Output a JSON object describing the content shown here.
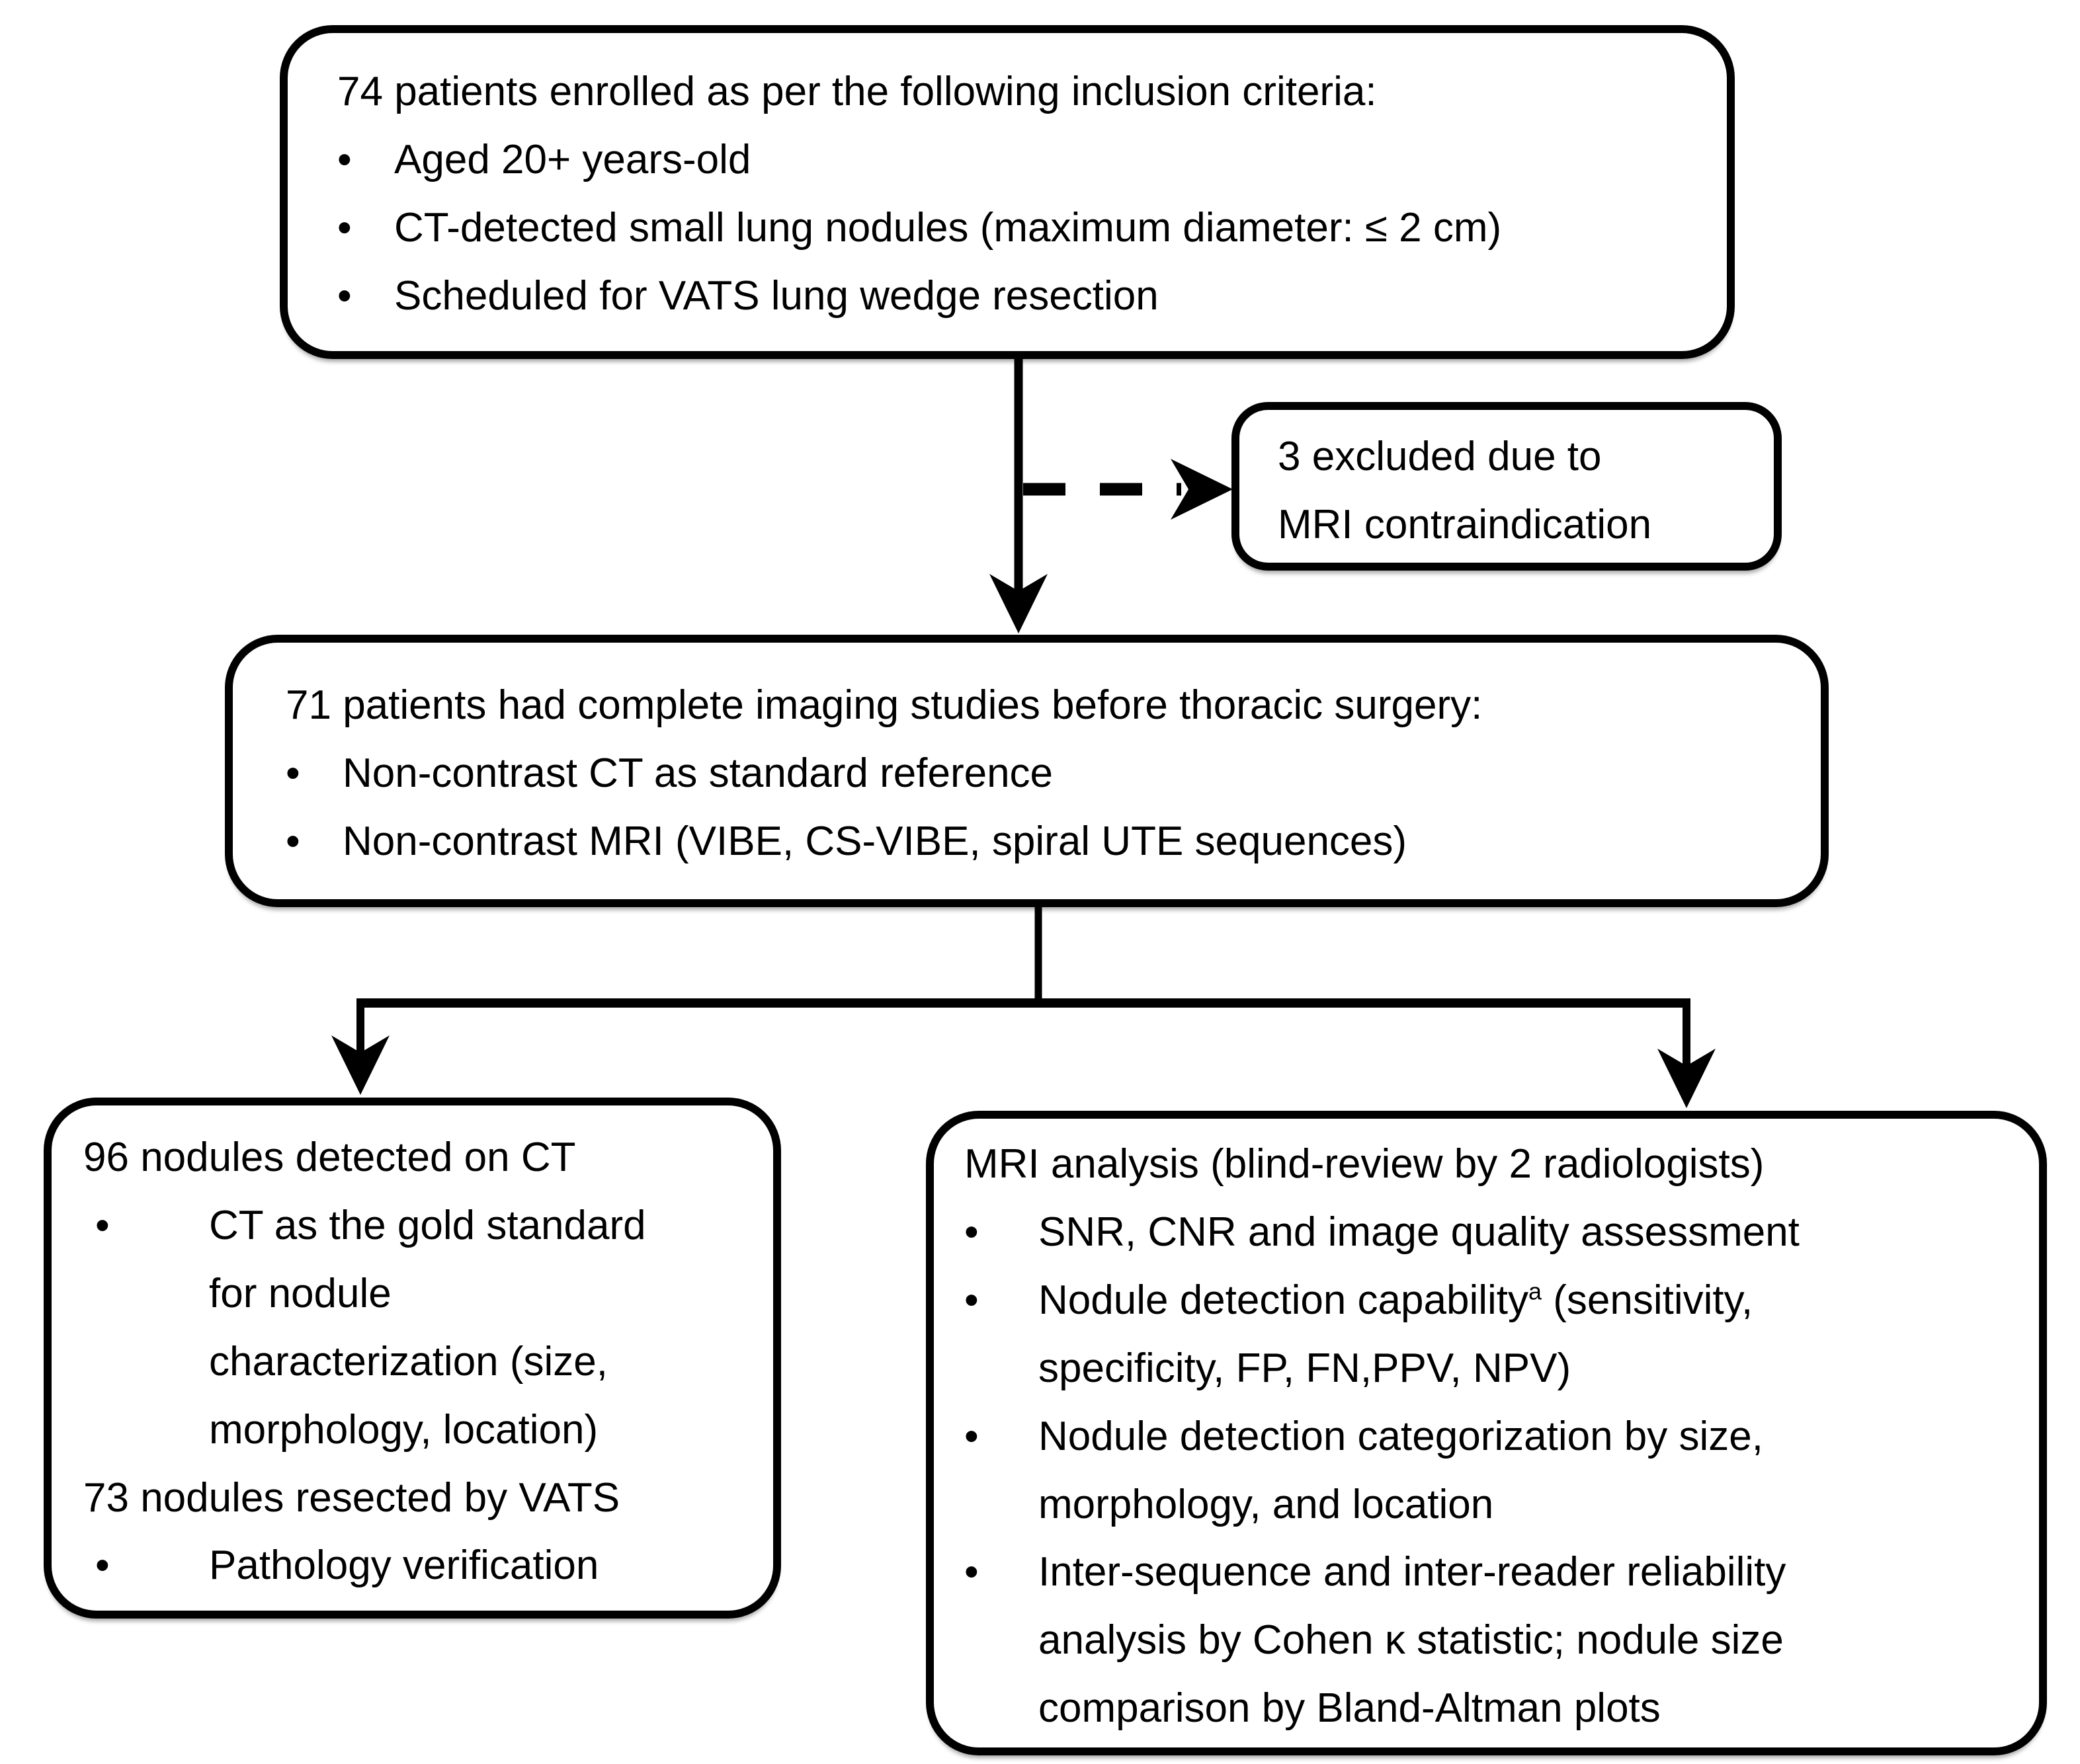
{
  "diagram": {
    "type": "flowchart",
    "colors": {
      "line": "#000000",
      "background": "#ffffff",
      "text": "#000000"
    },
    "glyphs": {
      "bullet": "•"
    },
    "nodes": {
      "enrollment": {
        "title": "74 patients enrolled as per the following inclusion criteria:",
        "bullets": [
          "Aged 20+ years-old",
          "CT-detected small lung nodules (maximum diameter: ≤ 2 cm)",
          "Scheduled for VATS lung wedge resection"
        ]
      },
      "excluded": {
        "text": "3 excluded due to\nMRI contraindication"
      },
      "imaging": {
        "title": "71 patients had complete imaging studies before thoracic surgery:",
        "bullets": [
          "Non-contrast CT as standard reference",
          "Non-contrast MRI (VIBE, CS-VIBE, spiral UTE sequences)"
        ]
      },
      "ct": {
        "line1": "96 nodules detected on CT",
        "bullet1": "CT as the gold standard\nfor nodule\ncharacterization (size,\nmorphology, location)",
        "line2": "73 nodules resected by VATS",
        "bullet2": "Pathology verification"
      },
      "mri": {
        "title": "MRI analysis (blind-review by 2 radiologists)",
        "bullet1": "SNR, CNR and image quality assessment",
        "bullet2_pre": "Nodule detection capability",
        "bullet2_sup": "a",
        "bullet2_post": " (sensitivity,\nspecificity, FP, FN,PPV, NPV)",
        "bullet3": "Nodule detection categorization by size,\nmorphology, and location",
        "bullet4": "Inter-sequence and inter-reader reliability\nanalysis by Cohen κ statistic; nodule size\ncomparison by Bland-Altman plots"
      }
    },
    "connectors": [
      {
        "from": "enrollment",
        "to": "imaging",
        "style": "solid-arrow"
      },
      {
        "from": "enrollment-imaging-stem",
        "to": "excluded",
        "style": "dashed-arrow"
      },
      {
        "from": "imaging",
        "to": "ct",
        "style": "solid-arrow"
      },
      {
        "from": "imaging",
        "to": "mri",
        "style": "solid-arrow"
      }
    ]
  }
}
